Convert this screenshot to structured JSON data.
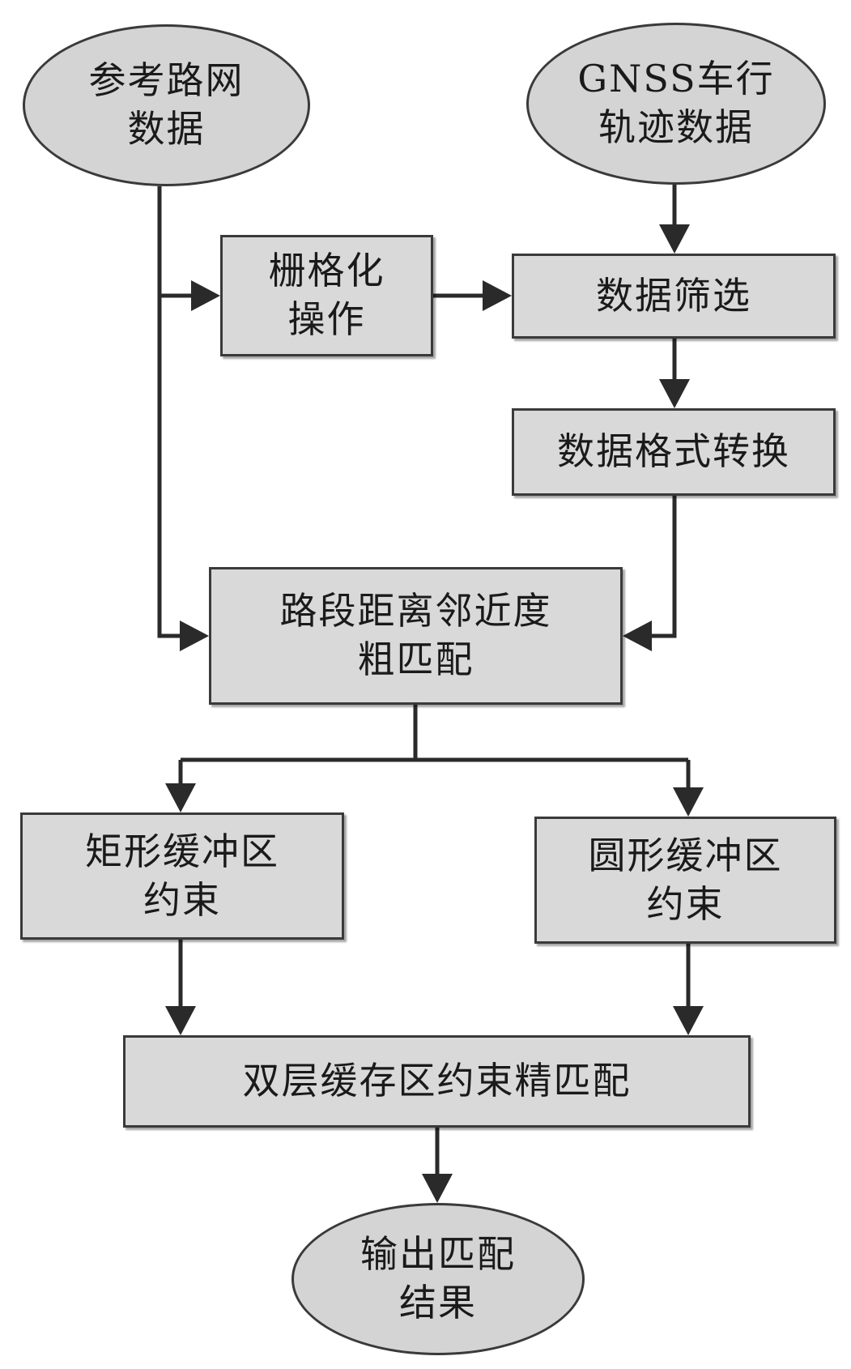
{
  "colors": {
    "node_fill": "#d9d9d9",
    "stroke": "#3a3a3a",
    "text": "#1a1a1a",
    "background": "#ffffff"
  },
  "nodes": {
    "ref_road": {
      "shape": "ellipse",
      "lines": [
        "参考路网",
        "数据"
      ]
    },
    "gnss": {
      "shape": "ellipse",
      "lines": [
        "GNSS车行",
        "轨迹数据"
      ]
    },
    "rasterize": {
      "shape": "rect",
      "lines": [
        "栅格化",
        "操作"
      ]
    },
    "filter": {
      "shape": "rect",
      "lines": [
        "数据筛选"
      ]
    },
    "convert": {
      "shape": "rect",
      "lines": [
        "数据格式转换"
      ]
    },
    "coarse": {
      "shape": "rect",
      "lines": [
        "路段距离邻近度",
        "粗匹配"
      ]
    },
    "rect_buffer": {
      "shape": "rect",
      "lines": [
        "矩形缓冲区",
        "约束"
      ]
    },
    "circle_buffer": {
      "shape": "rect",
      "lines": [
        "圆形缓冲区",
        "约束"
      ]
    },
    "fine": {
      "shape": "rect",
      "lines": [
        "双层缓存区约束精匹配"
      ]
    },
    "output": {
      "shape": "ellipse",
      "lines": [
        "输出匹配",
        "结果"
      ]
    }
  },
  "edges": [
    {
      "from": "ref_road",
      "to": "rasterize"
    },
    {
      "from": "ref_road",
      "to": "coarse"
    },
    {
      "from": "gnss",
      "to": "filter"
    },
    {
      "from": "rasterize",
      "to": "filter"
    },
    {
      "from": "filter",
      "to": "convert"
    },
    {
      "from": "convert",
      "to": "coarse"
    },
    {
      "from": "coarse",
      "to": "rect_buffer"
    },
    {
      "from": "coarse",
      "to": "circle_buffer"
    },
    {
      "from": "rect_buffer",
      "to": "fine"
    },
    {
      "from": "circle_buffer",
      "to": "fine"
    },
    {
      "from": "fine",
      "to": "output"
    }
  ]
}
